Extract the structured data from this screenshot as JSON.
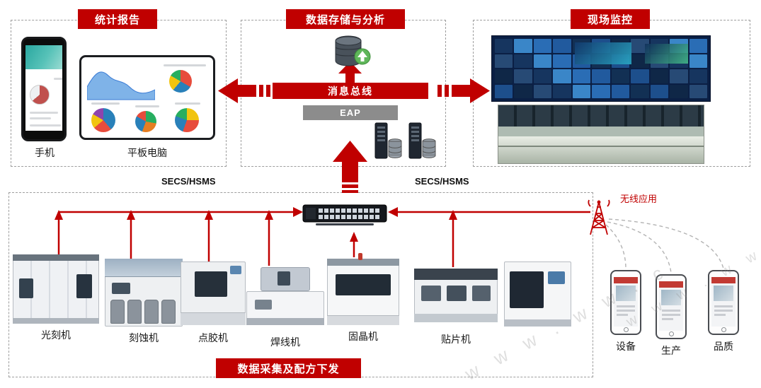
{
  "colors": {
    "accent_red": "#c00000",
    "eap_gray": "#8c8c8c",
    "border_gray": "#9e9e9e"
  },
  "watermark": "w w w . w w . c",
  "reports": {
    "title": "统计报告",
    "phone_label": "手机",
    "tablet_label": "平板电脑"
  },
  "storage": {
    "title": "数据存储与分析",
    "bus_label": "消息总线",
    "eap_label": "EAP"
  },
  "monitoring": {
    "title": "现场监控"
  },
  "acquisition": {
    "title": "数据采集及配方下发",
    "protocol_left": "SECS/HSMS",
    "protocol_right": "SECS/HSMS",
    "machines": [
      {
        "label": "光刻机"
      },
      {
        "label": "刻蚀机"
      },
      {
        "label": "点胶机"
      },
      {
        "label": "焊线机"
      },
      {
        "label": "固晶机"
      },
      {
        "label": "贴片机"
      }
    ]
  },
  "wireless": {
    "label": "无线应用",
    "apps": [
      {
        "label": "设备"
      },
      {
        "label": "生产"
      },
      {
        "label": "品质"
      }
    ]
  }
}
